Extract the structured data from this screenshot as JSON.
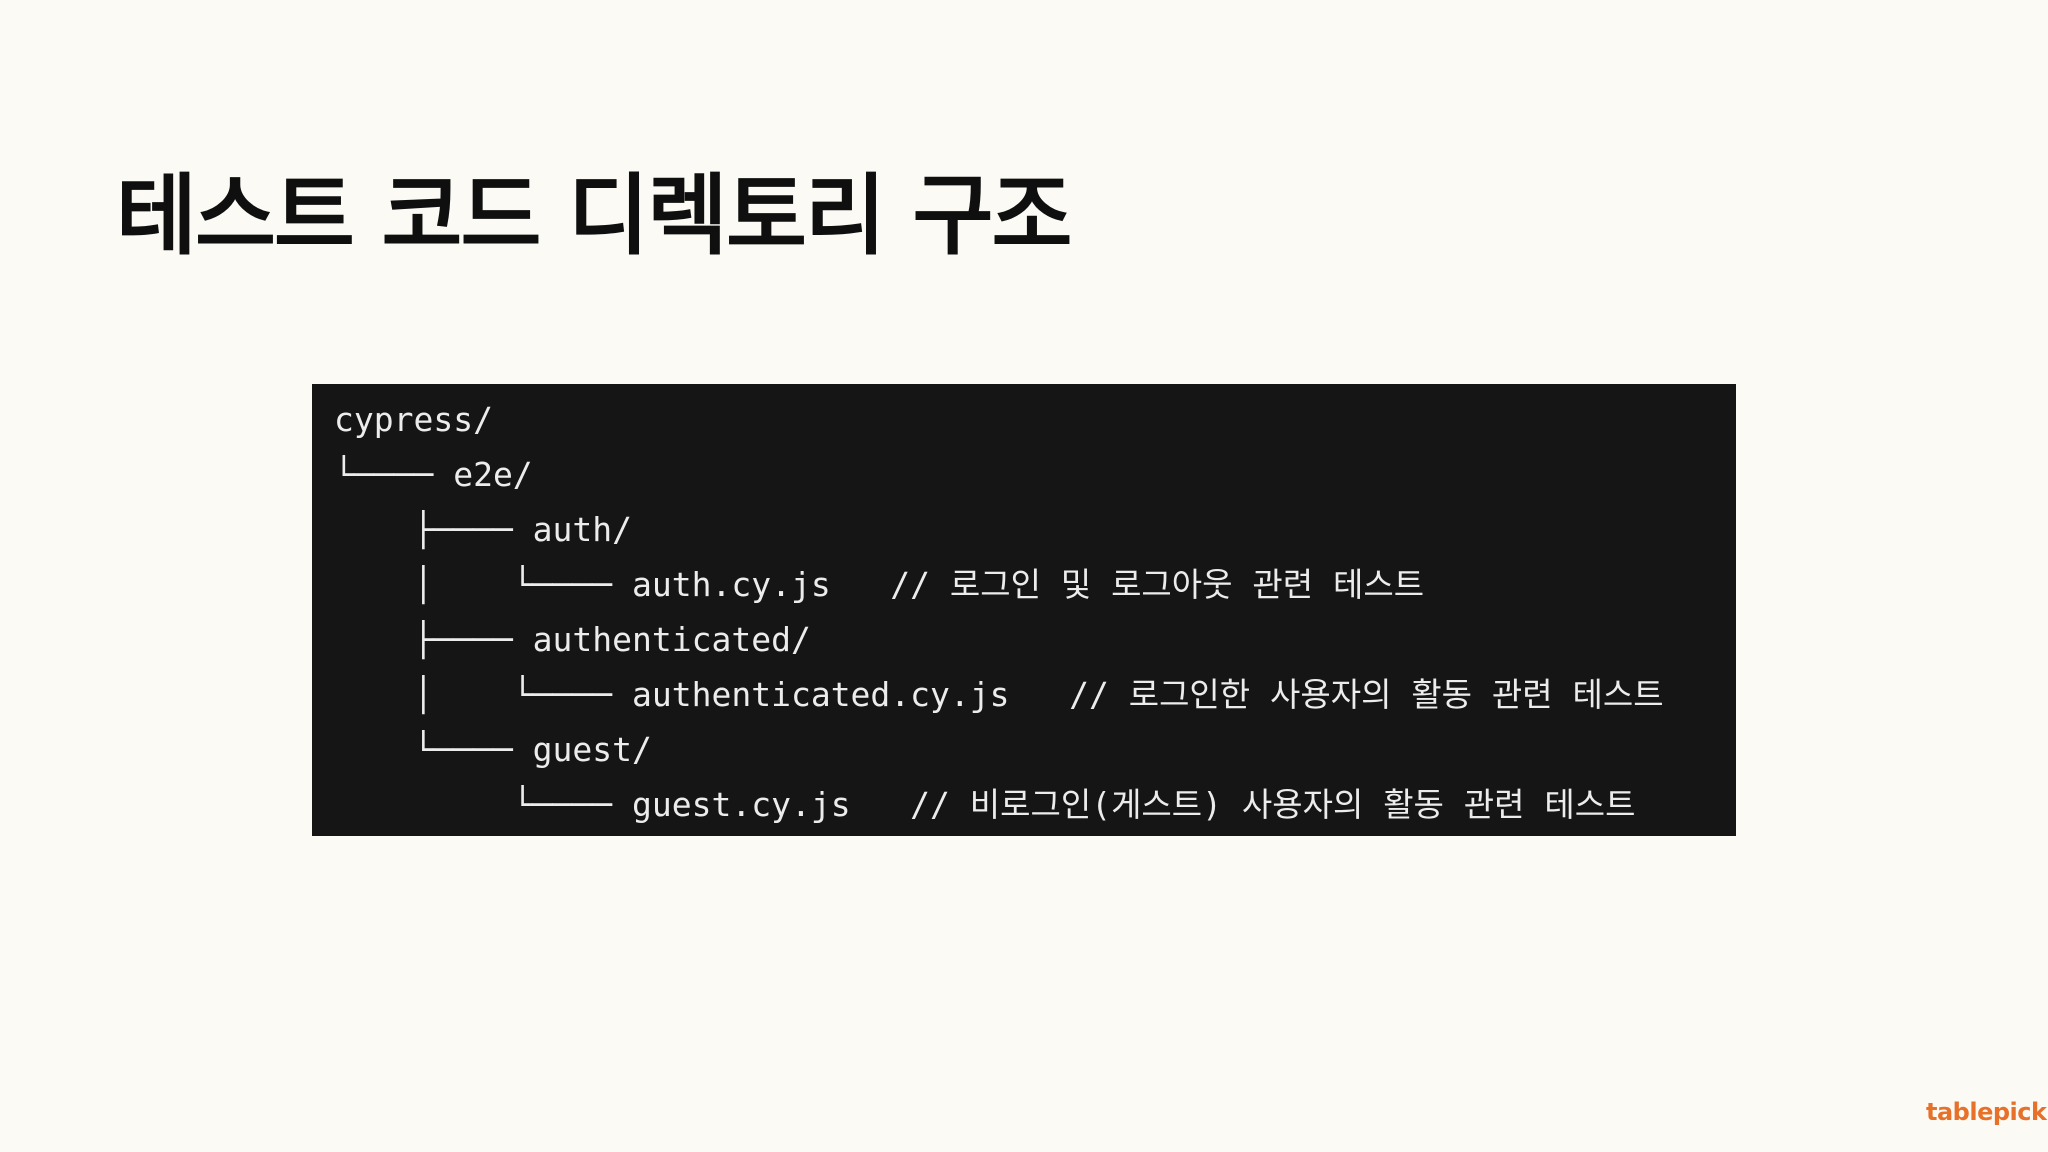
{
  "slide": {
    "title": "테스트 코드 디렉토리 구조"
  },
  "code": {
    "lines": [
      "cypress/",
      "└──── e2e/",
      "    ├──── auth/",
      "    │    └──── auth.cy.js   // 로그인 및 로그아웃 관련 테스트",
      "    ├──── authenticated/",
      "    │    └──── authenticated.cy.js   // 로그인한 사용자의 활동 관련 테스트",
      "    └──── guest/",
      "         └──── guest.cy.js   // 비로그인(게스트) 사용자의 활동 관련 테스트"
    ]
  },
  "branding": {
    "logo_text": "tablepick",
    "accent_color": "#e8712a"
  }
}
